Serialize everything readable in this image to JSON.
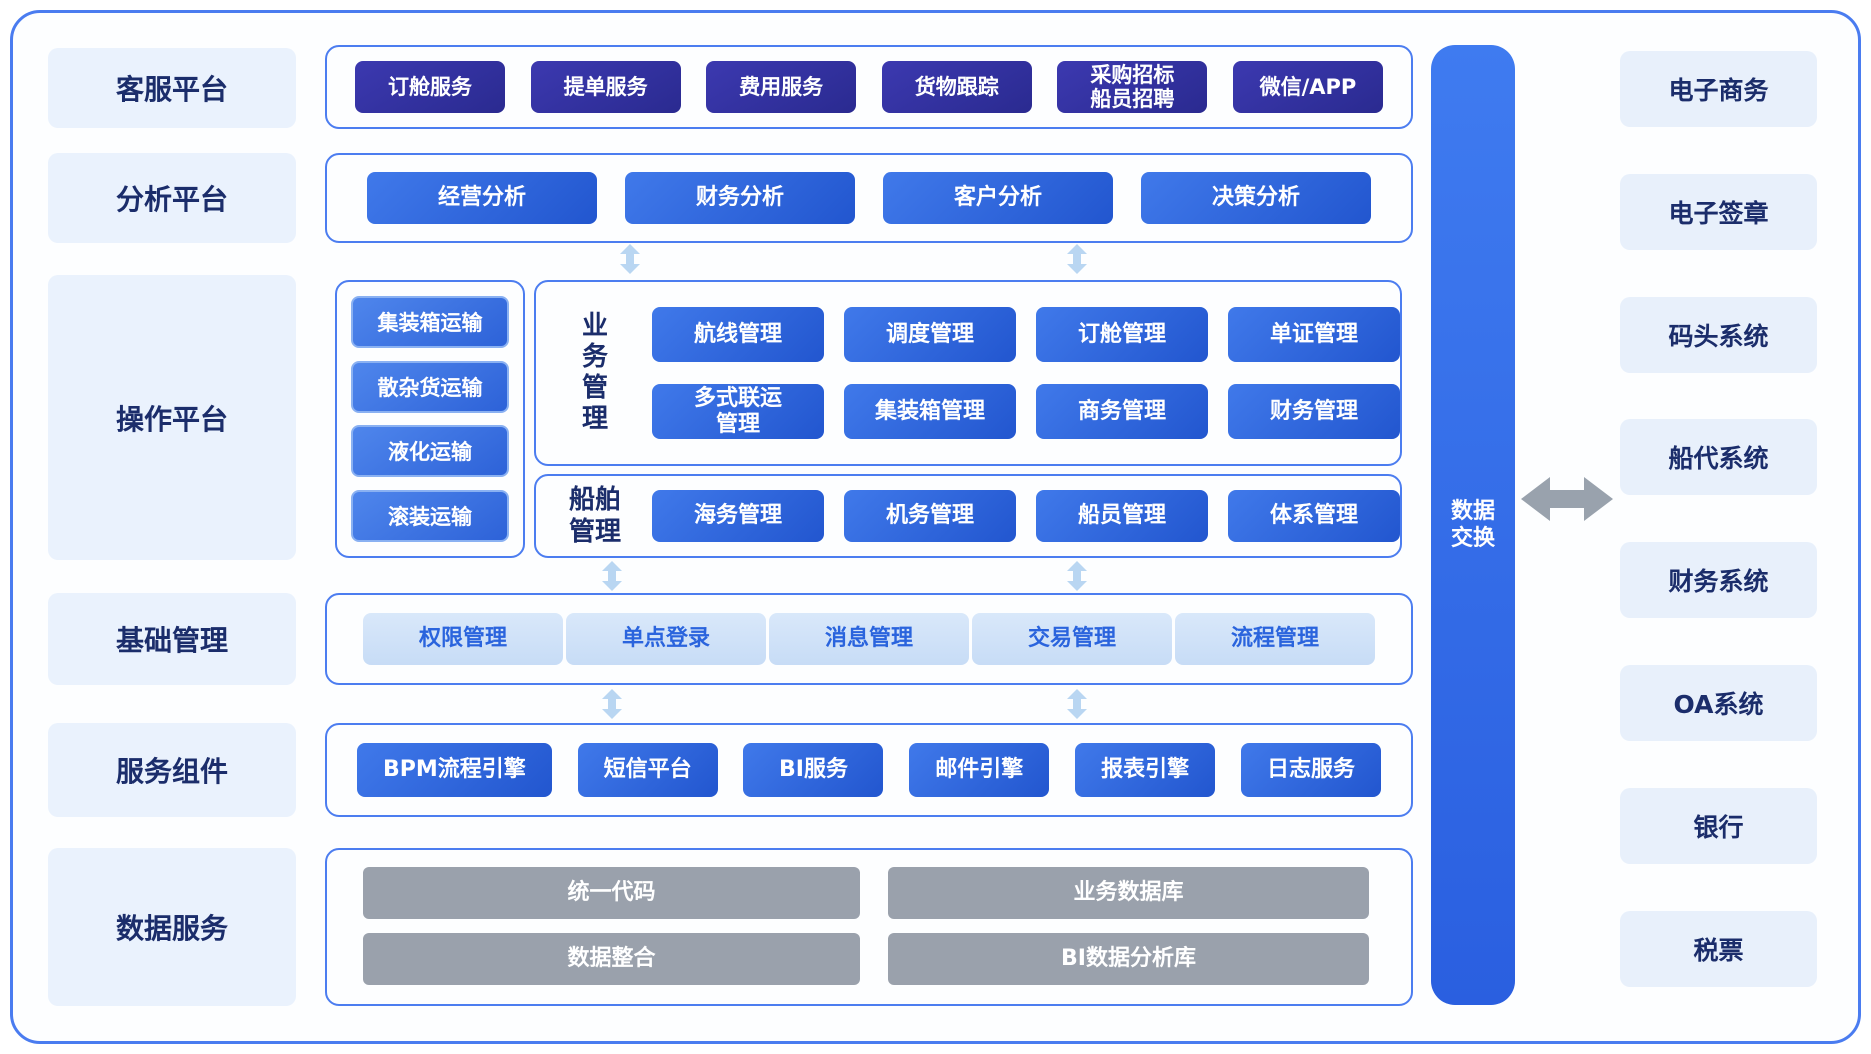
{
  "colors": {
    "frame_border": "#4a7cf0",
    "navy_text": "#1b2d6b",
    "indigo_button": "#312e9d",
    "blue_button": "#2a60da",
    "light_button_bg": "#cfe2f8",
    "light_button_text": "#2a64dd",
    "gray_button": "#9aa1ac",
    "exchange_bar": "#2f6ae4",
    "connector": "#b9d6f2",
    "arrow": "#99a2ad",
    "platform_label_bg": "#eaf2fd",
    "external_box_bg": "#e8f0fb"
  },
  "platform_labels": {
    "customer_service": "客服平台",
    "analysis": "分析平台",
    "operation": "操作平台",
    "base_mgmt": "基础管理",
    "service_components": "服务组件",
    "data_services": "数据服务"
  },
  "customer_service_row": [
    "订舱服务",
    "提单服务",
    "费用服务",
    "货物跟踪",
    "采购招标\n船员招聘",
    "微信/APP"
  ],
  "analysis_row": [
    "经营分析",
    "财务分析",
    "客户分析",
    "决策分析"
  ],
  "operation": {
    "transport_modes": [
      "集装箱运输",
      "散杂货运输",
      "液化运输",
      "滚装运输"
    ],
    "business_mgmt_label": "业务管理",
    "business_mgmt_row1": [
      "航线管理",
      "调度管理",
      "订舱管理",
      "单证管理"
    ],
    "business_mgmt_row2": [
      "多式联运\n管理",
      "集装箱管理",
      "商务管理",
      "财务管理"
    ],
    "ship_mgmt_label": "船舶管理",
    "ship_mgmt_items": [
      "海务管理",
      "机务管理",
      "船员管理",
      "体系管理"
    ]
  },
  "base_mgmt_row": [
    "权限管理",
    "单点登录",
    "消息管理",
    "交易管理",
    "流程管理"
  ],
  "service_components_row": [
    "BPM流程引擎",
    "短信平台",
    "BI服务",
    "邮件引擎",
    "报表引擎",
    "日志服务"
  ],
  "data_services_grid": [
    "统一代码",
    "业务数据库",
    "数据整合",
    "BI数据分析库"
  ],
  "data_exchange_label": "数据交换",
  "external_systems": [
    "电子商务",
    "电子签章",
    "码头系统",
    "船代系统",
    "财务系统",
    "OA系统",
    "银行",
    "税票"
  ]
}
